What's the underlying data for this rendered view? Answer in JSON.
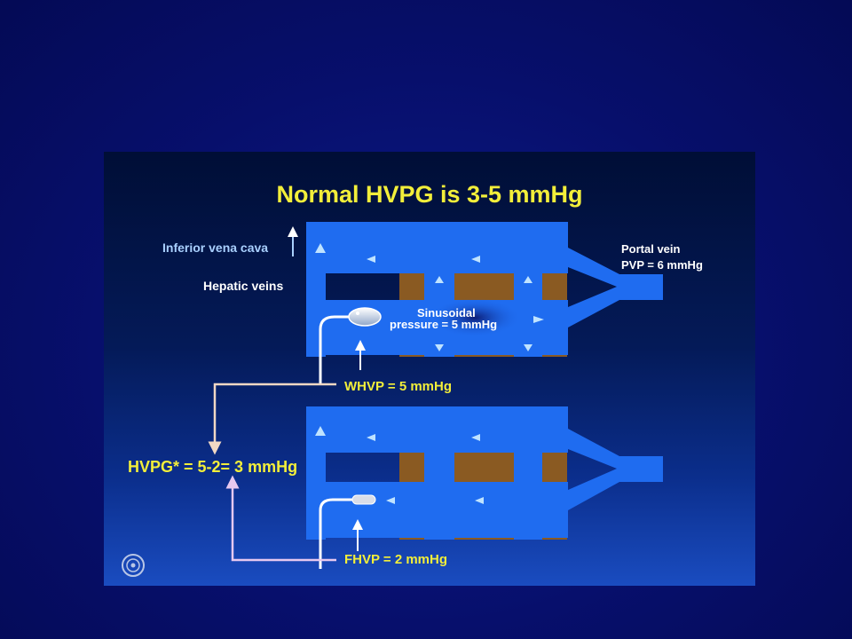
{
  "slide": {
    "title": "Normal HVPG is 3-5 mmHg",
    "labels": {
      "ivc": "Inferior vena cava",
      "hepatic_veins": "Hepatic veins",
      "portal_vein": "Portal vein",
      "pvp": "PVP = 6 mmHg",
      "sinusoidal_line1": "Sinusoidal",
      "sinusoidal_line2": "pressure = 5 mmHg",
      "whvp": "WHVP = 5 mmHg",
      "hvpg": "HVPG* = 5-2= 3 mmHg",
      "fhvp": "FHVP = 2 mmHg"
    },
    "colors": {
      "title": "#f2ee3a",
      "vessel": "#1f6cf0",
      "tissue": "#8a5a22",
      "ivc_label": "#a9d0ff",
      "text": "#ffffff",
      "connector": "#f1d8c4",
      "connector_bottom": "#e6c8f0"
    },
    "icons": [
      "up-arrow-icon",
      "flow-arrow-icon",
      "balloon-catheter-icon",
      "catheter-icon",
      "seal-logo-icon"
    ]
  }
}
